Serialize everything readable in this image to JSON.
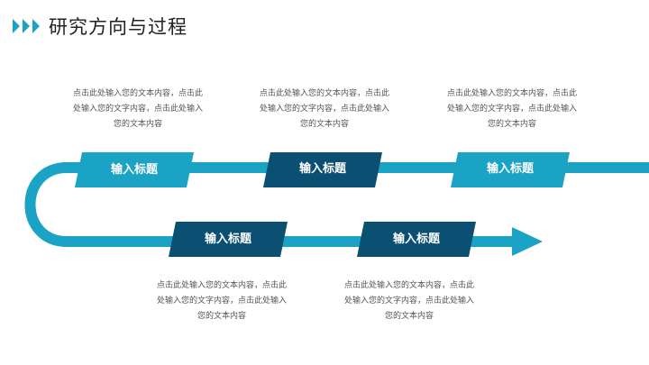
{
  "header": {
    "title": "研究方向与过程"
  },
  "colors": {
    "light": "#1ba3c6",
    "dark": "#0b4f73"
  },
  "top_steps": [
    {
      "label": "输入标题",
      "text": "点击此处输入您的文本内容，点击此处输入您的文字内容，点击此处输入您的文本内容"
    },
    {
      "label": "输入标题",
      "text": "点击此处输入您的文本内容，点击此处输入您的文字内容，点击此处输入您的文本内容"
    },
    {
      "label": "输入标题",
      "text": "点击此处输入您的文本内容，点击此处输入您的文字内容，点击此处输入您的文本内容"
    }
  ],
  "bottom_steps": [
    {
      "label": "输入标题",
      "text": "点击此处输入您的文本内容，点击此处输入您的文字内容，点击此处输入您的文本内容"
    },
    {
      "label": "输入标题",
      "text": "点击此处输入您的文本内容，点击此处输入您的文字内容，点击此处输入您的文本内容"
    }
  ]
}
